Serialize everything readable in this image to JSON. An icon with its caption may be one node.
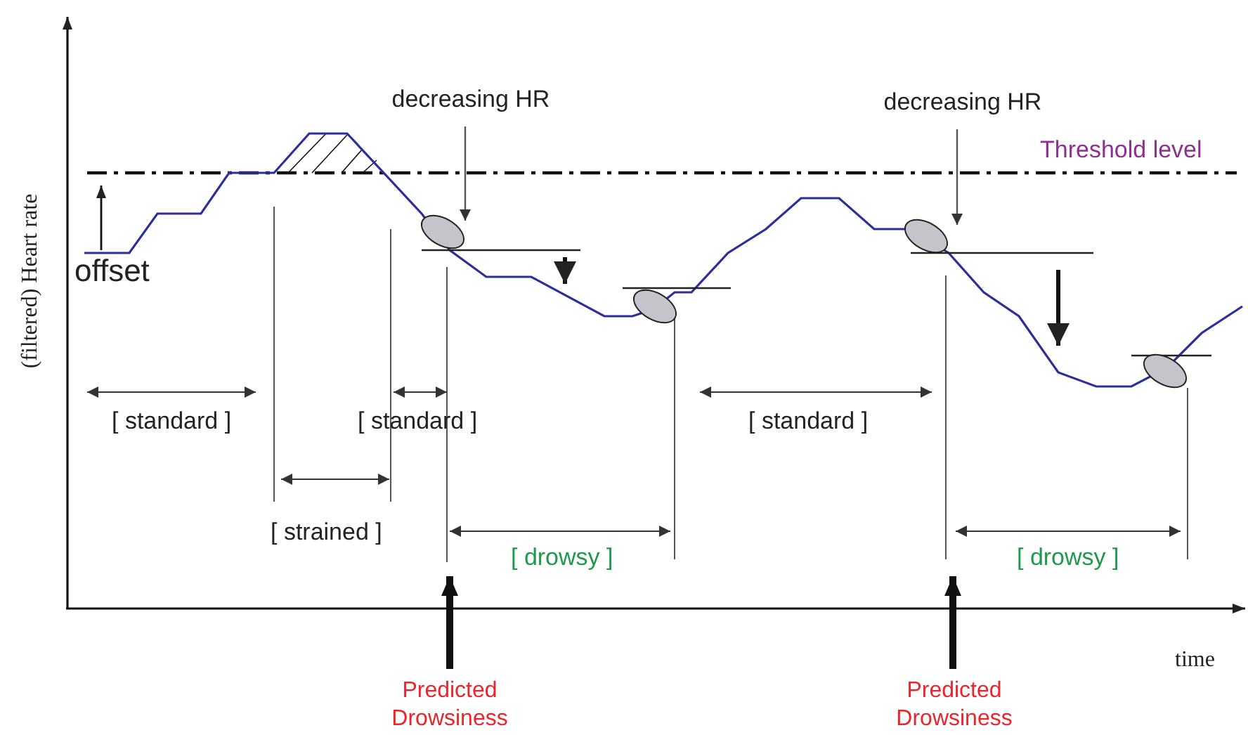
{
  "diagram": {
    "nodes": [
      {
        "text": [
          "decreasing HR"
        ]
      },
      {
        "text": [],
        "shape": "ellipse"
      },
      {
        "text": [],
        "shape": "ellipse"
      },
      {
        "text": [
          "decreasing HR"
        ]
      },
      {
        "text": [],
        "shape": "ellipse"
      },
      {
        "text": [],
        "shape": "ellipse"
      },
      {
        "text": [
          "Predicted Drowsiness"
        ]
      },
      {
        "text": [
          "Predicted Drowsiness"
        ]
      }
    ],
    "edges": [
      {
        "from": 0,
        "to": 1,
        "arrow": "to"
      },
      {
        "from": 3,
        "to": 4,
        "arrow": "to"
      },
      {
        "from": 6,
        "to": null,
        "arrow": "to",
        "style": "thick"
      },
      {
        "from": 7,
        "to": null,
        "arrow": "to",
        "style": "thick"
      }
    ],
    "labels": [
      "(filtered) Heart rate",
      "Threshold level",
      "offset",
      "[ standard ]",
      "[ standard ]",
      "[ standard ]",
      "[ strained ]",
      "[ drowsy ]",
      "[ drowsy ]",
      "time"
    ]
  }
}
